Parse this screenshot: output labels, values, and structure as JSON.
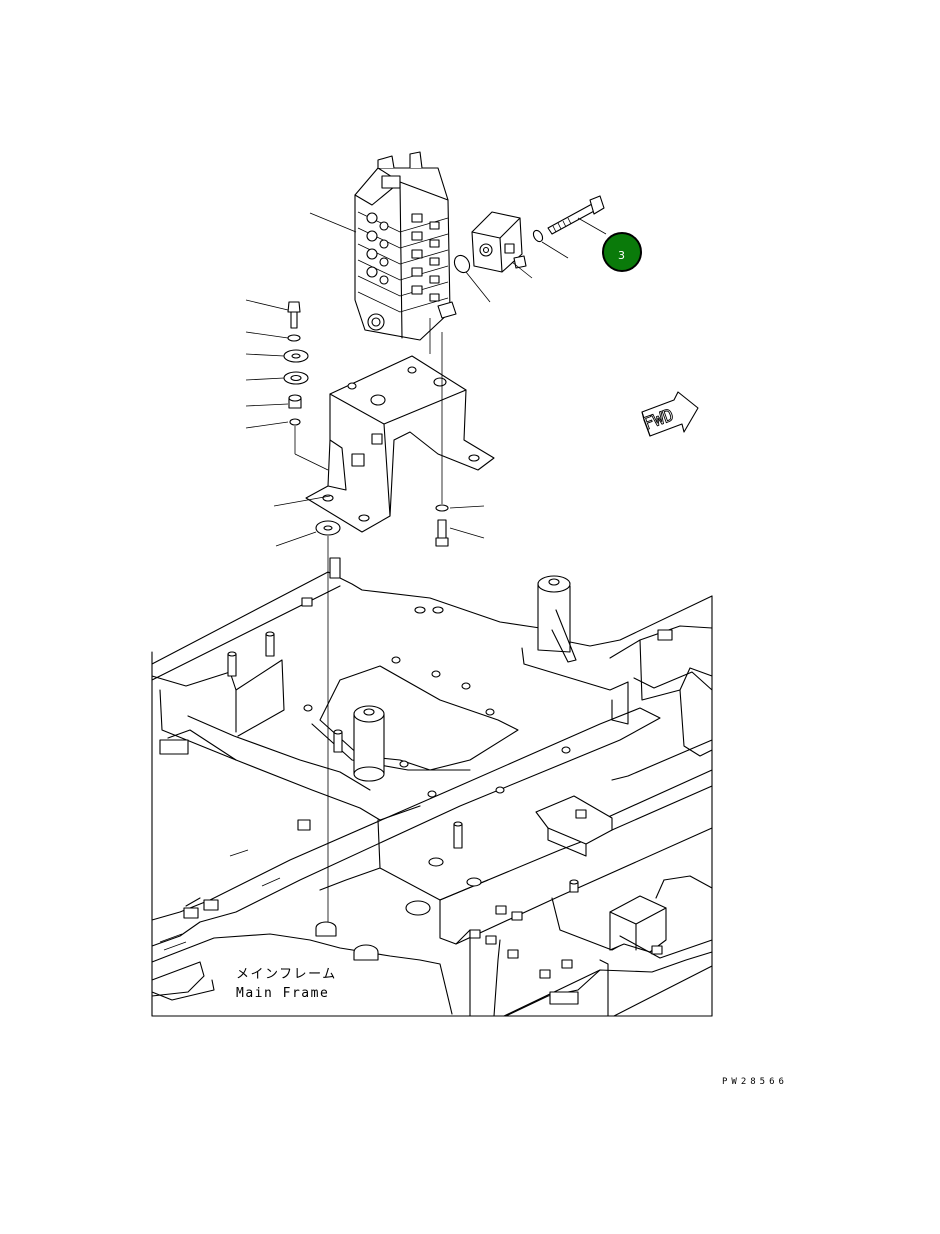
{
  "labels": {
    "main_frame_jp": "メインフレーム",
    "main_frame_en": "Main Frame",
    "forward_arrow": "FWD",
    "drawing_number": "PW28566"
  },
  "callouts": [
    {
      "number": "3",
      "color": "#0a7a0a"
    }
  ]
}
